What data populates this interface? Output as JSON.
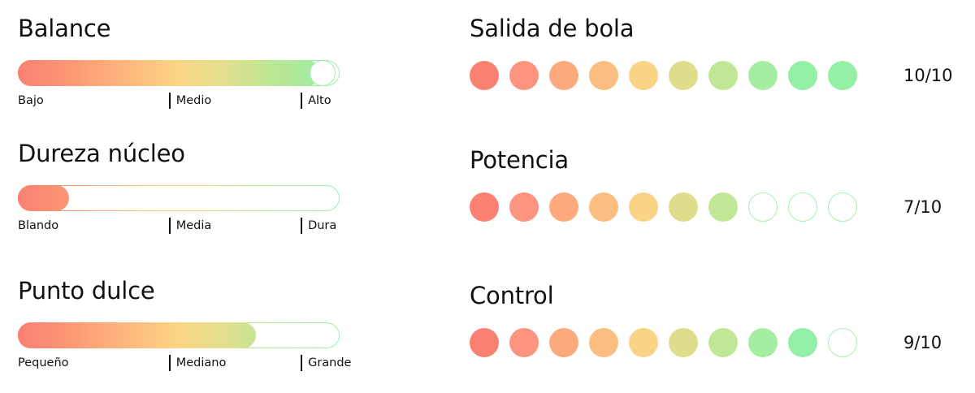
{
  "theme": {
    "background": "#ffffff",
    "text": "#111111",
    "gradient_start": "#fa8072",
    "gradient_mid": "#fbd584",
    "gradient_end": "#96f0a8",
    "empty_outline": "#a6f0b0"
  },
  "dot_palette": [
    "#fa8072",
    "#fc9480",
    "#fca97e",
    "#fcbd80",
    "#f9d386",
    "#dfdd8c",
    "#bfe795",
    "#a5edA0",
    "#93f0a6",
    "#93f0a6"
  ],
  "bars": [
    {
      "title": "Balance",
      "fill_percent": 94,
      "knob": true,
      "scale": [
        {
          "label": "Bajo",
          "position_percent": 0,
          "tick": false
        },
        {
          "label": "Medio",
          "position_percent": 47,
          "tick": true
        },
        {
          "label": "Alto",
          "position_percent": 88,
          "tick": true
        }
      ]
    },
    {
      "title": "Dureza núcleo",
      "fill_percent": 16,
      "knob": false,
      "scale": [
        {
          "label": "Blando",
          "position_percent": 0,
          "tick": false
        },
        {
          "label": "Media",
          "position_percent": 47,
          "tick": true
        },
        {
          "label": "Dura",
          "position_percent": 88,
          "tick": true
        }
      ]
    },
    {
      "title": "Punto dulce",
      "fill_percent": 74,
      "knob": false,
      "scale": [
        {
          "label": "Pequeño",
          "position_percent": 0,
          "tick": false
        },
        {
          "label": "Mediano",
          "position_percent": 47,
          "tick": true
        },
        {
          "label": "Grande",
          "position_percent": 88,
          "tick": true
        }
      ]
    }
  ],
  "ratings": [
    {
      "title": "Salida de bola",
      "filled": 10,
      "total": 10,
      "score_label": "10/10"
    },
    {
      "title": "Potencia",
      "filled": 7,
      "total": 10,
      "score_label": "7/10"
    },
    {
      "title": "Control",
      "filled": 9,
      "total": 10,
      "score_label": "9/10"
    }
  ],
  "chart_data": {
    "type": "bar",
    "title": "",
    "series": [
      {
        "name": "Balance",
        "value": 94,
        "unit": "percent",
        "scale_labels": [
          "Bajo",
          "Medio",
          "Alto"
        ]
      },
      {
        "name": "Dureza núcleo",
        "value": 16,
        "unit": "percent",
        "scale_labels": [
          "Blando",
          "Media",
          "Dura"
        ]
      },
      {
        "name": "Punto dulce",
        "value": 74,
        "unit": "percent",
        "scale_labels": [
          "Pequeño",
          "Mediano",
          "Grande"
        ]
      },
      {
        "name": "Salida de bola",
        "value": 10,
        "unit": "of 10"
      },
      {
        "name": "Potencia",
        "value": 7,
        "unit": "of 10"
      },
      {
        "name": "Control",
        "value": 9,
        "unit": "of 10"
      }
    ],
    "ylim": [
      0,
      10
    ],
    "xlabel": "",
    "ylabel": "",
    "grid": false,
    "legend": "none"
  }
}
